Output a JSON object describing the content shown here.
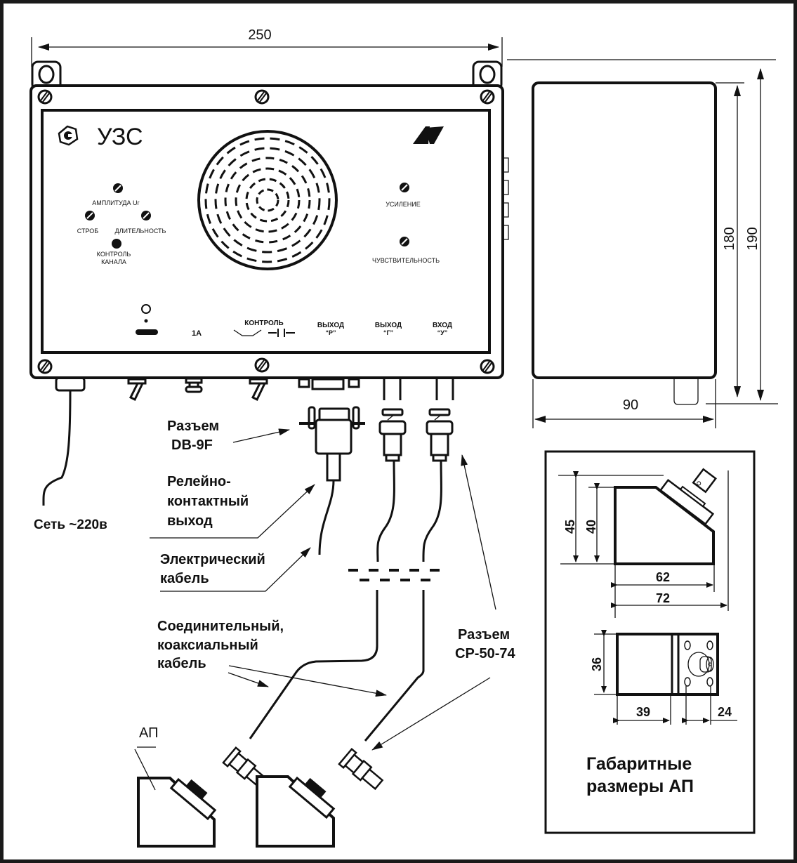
{
  "device": {
    "title": "УЗС",
    "knobs_left": {
      "amplitude": "АМПЛИТУДА Uг",
      "strobe": "СТРОБ",
      "duration": "ДЛИТЕЛЬНОСТЬ",
      "channel_control_1": "КОНТРОЛЬ",
      "channel_control_2": "КАНАЛА"
    },
    "knobs_right": {
      "gain": "УСИЛЕНИЕ",
      "sensitivity": "ЧУВСТВИТЕЛЬНОСТЬ"
    },
    "bottom_panel": {
      "fuse": "1А",
      "control": "КОНТРОЛЬ",
      "output_r_1": "ВЫХОД",
      "output_r_2": "“Р”",
      "output_g_1": "ВЫХОД",
      "output_g_2": "“Г”",
      "input_u_1": "ВХОД",
      "input_u_2": "“У”"
    }
  },
  "dimensions": {
    "front_width": "250",
    "side_width": "90",
    "side_height_inner": "180",
    "side_height_outer": "190",
    "ap_height_45": "45",
    "ap_height_40": "40",
    "ap_len_62": "62",
    "ap_len_72": "72",
    "ap_top_36": "36",
    "ap_top_39": "39",
    "ap_top_24": "24"
  },
  "labels": {
    "mains": "Сеть ~220в",
    "db9_1": "Разъем",
    "db9_2": "DB-9F",
    "relay_1": "Релейно-",
    "relay_2": "контактный",
    "relay_3": "выход",
    "elcable_1": "Электрический",
    "elcable_2": "кабель",
    "coax_1": "Соединительный,",
    "coax_2": "коаксиальный",
    "coax_3": "кабель",
    "cp_1": "Разъем",
    "cp_2": "СР-50-74",
    "ap": "АП",
    "ap_box_1": "Габаритные",
    "ap_box_2": "размеры АП"
  }
}
